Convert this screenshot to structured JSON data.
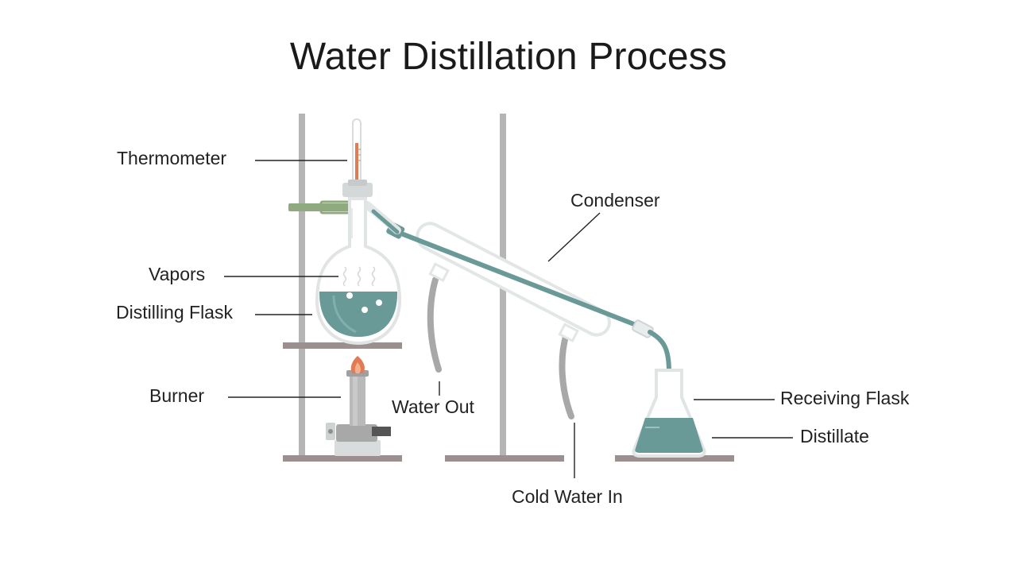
{
  "title": "Water Distillation Process",
  "labels": {
    "thermometer": "Thermometer",
    "condenser": "Condenser",
    "vapors": "Vapors",
    "distilling_flask": "Distilling Flask",
    "burner": "Burner",
    "water_out": "Water Out",
    "cold_water_in": "Cold Water In",
    "receiving_flask": "Receiving Flask",
    "distillate": "Distillate"
  },
  "colors": {
    "liquid": "#6a9a98",
    "glass": "#e9ecec",
    "stand": "#b5b5b5",
    "base": "#9c8f8f",
    "clamp": "#8faa7e",
    "flame": "#e07b56",
    "hose": "#a8a8a8"
  }
}
